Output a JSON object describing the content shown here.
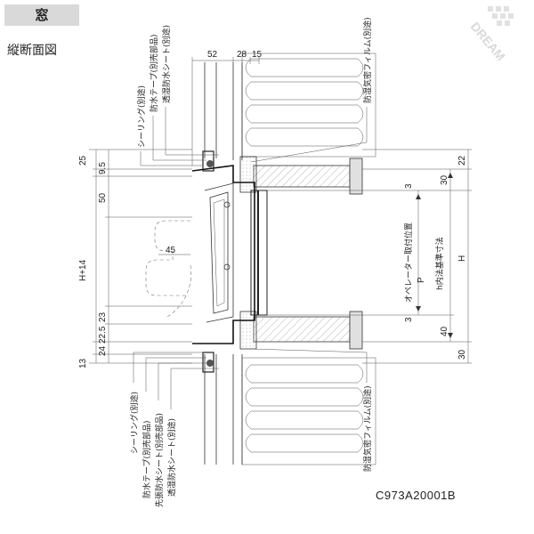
{
  "header": {
    "tab_label": "窓",
    "subtitle": "縦断面図"
  },
  "brand": {
    "watermark": "DREAM"
  },
  "drawing_code": "C973A20001B",
  "dimensions": {
    "top": [
      "52",
      "28",
      "15"
    ],
    "left_side": [
      "25",
      "9.5",
      "50",
      "H+14",
      "23",
      "22.5",
      "24",
      "13"
    ],
    "right_side": [
      "22",
      "30",
      "40",
      "30"
    ],
    "overall": "H",
    "inner": [
      "3",
      "3",
      "45"
    ],
    "operator_label": "オペレーター取付位置",
    "operator_mark": "P",
    "h_label": "h内法基準寸法"
  },
  "callouts": {
    "top": [
      "シーリング(別途)",
      "防水テープ(別売部品)",
      "透湿防水シート(別途)",
      "防湿気密フィルム(別途)"
    ],
    "bottom": [
      "シーリング(別途)",
      "防水テープ(別売部品)",
      "先張防水シート(別売部品)",
      "透湿防水シート(別途)",
      "防湿気密フィルム(別途)"
    ]
  },
  "colors": {
    "tab_bg": "#d9d9d9",
    "line": "#333333",
    "hatch": "#bbbbbb",
    "wood": "#d6d6d6"
  }
}
